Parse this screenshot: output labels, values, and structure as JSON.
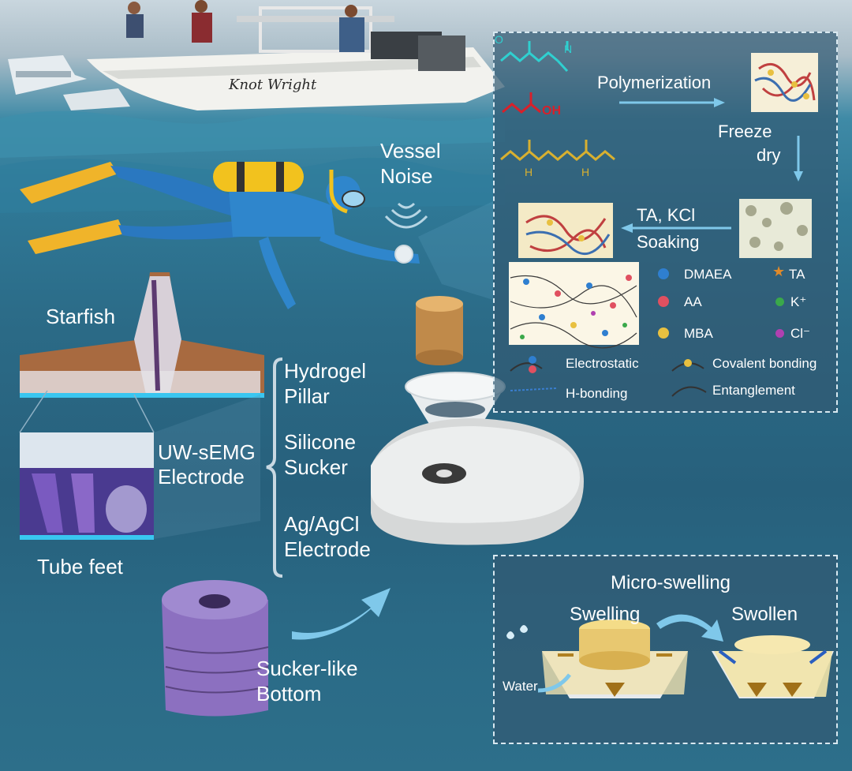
{
  "scene": {
    "boat_name": "Knot Wright",
    "vessel_noise": [
      "Vessel",
      "Noise"
    ],
    "starfish": "Starfish",
    "electrode_title": [
      "UW-sEMG",
      "Electrode"
    ],
    "tube_feet": "Tube feet",
    "parts": {
      "hydrogel_pillar": [
        "Hydrogel",
        "Pillar"
      ],
      "silicone_sucker": [
        "Silicone",
        "Sucker"
      ],
      "ag_agcl": [
        "Ag/AgCl",
        "Electrode"
      ],
      "sucker_bottom": [
        "Sucker-like",
        "Bottom"
      ]
    }
  },
  "synthesis_panel": {
    "polymerization": "Polymerization",
    "freeze_dry": [
      "Freeze",
      "dry"
    ],
    "soaking": [
      "TA, KCl",
      "Soaking"
    ],
    "hydroxyl": "OH",
    "nh": "H",
    "nitrogen": "N",
    "oxygen": "O",
    "legend": [
      {
        "label": "DMAEA",
        "sign": "+",
        "color": "#2f7fd0"
      },
      {
        "label": "TA",
        "color": "#e08a2a"
      },
      {
        "label": "AA",
        "sign": "-",
        "color": "#e05060"
      },
      {
        "label": "K⁺",
        "color": "#3aa84a"
      },
      {
        "label": "MBA",
        "color": "#e8c040"
      },
      {
        "label": "Cl⁻",
        "color": "#b040b0"
      }
    ],
    "interactions": [
      "Electrostatic",
      "Covalent bonding",
      "H-bonding",
      "Entanglement"
    ]
  },
  "swelling_panel": {
    "title": "Micro-swelling",
    "swelling": "Swelling",
    "swollen": "Swollen",
    "water": "Water"
  },
  "colors": {
    "accent_arrow": "#7fc8ea",
    "hydrogel": "#e8d08a",
    "sucker_purple": "#8c70c0",
    "dmaea_cyan": "#2fd0d0",
    "aa_red": "#d8202a",
    "mba_yellow": "#d8b030"
  }
}
